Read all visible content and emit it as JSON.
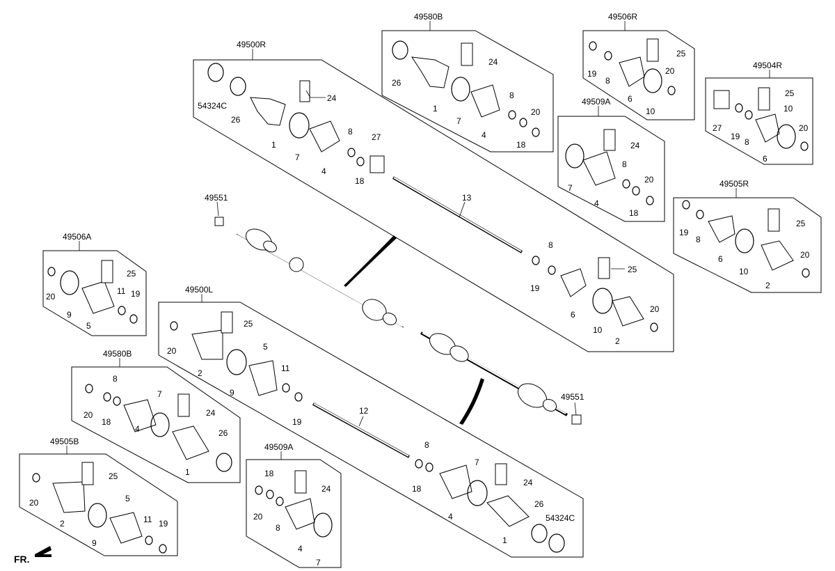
{
  "diagram": {
    "assemblies": {
      "a49500R": "49500R",
      "a49500L": "49500L",
      "a49580B_top": "49580B",
      "a49580B_left": "49580B",
      "a49506R": "49506R",
      "a49504R": "49504R",
      "a49509A_right": "49509A",
      "a49509A_bottom": "49509A",
      "a49505R": "49505R",
      "a49506A": "49506A",
      "a49505B": "49505B",
      "a49551_top": "49551",
      "a49551_right": "49551"
    },
    "parts": {
      "p1": "1",
      "p2": "2",
      "p4": "4",
      "p5": "5",
      "p6": "6",
      "p7": "7",
      "p8": "8",
      "p9": "9",
      "p10": "10",
      "p11": "11",
      "p12": "12",
      "p13": "13",
      "p18": "18",
      "p19": "19",
      "p20": "20",
      "p24": "24",
      "p25": "25",
      "p26": "26",
      "p27": "27",
      "p54324C": "54324C"
    },
    "direction_label": "FR."
  }
}
